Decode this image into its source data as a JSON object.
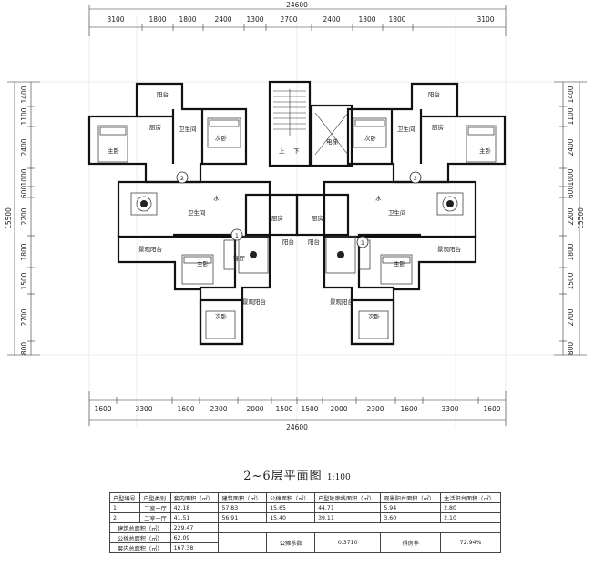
{
  "overall_width": "24600",
  "overall_depth": "15500",
  "top_dims": [
    "3100",
    "1800",
    "1800",
    "2400",
    "1300",
    "2700",
    "2400",
    "1800",
    "1800",
    "3100"
  ],
  "bottom_dims": [
    "1600",
    "3300",
    "1600",
    "2300",
    "2000",
    "1500",
    "1500",
    "2000",
    "2300",
    "1600",
    "3300",
    "1600"
  ],
  "left_dims": [
    "1400",
    "1100",
    "2400",
    "1000",
    "600",
    "2200",
    "1800",
    "1500",
    "2700",
    "800"
  ],
  "right_dims": [
    "1400",
    "1100",
    "2400",
    "1000",
    "600",
    "2200",
    "1800",
    "1500",
    "2700",
    "800"
  ],
  "room_labels": {
    "master_bedroom": "主卧",
    "second_bedroom": "次卧",
    "kitchen": "厨房",
    "bathroom": "卫生间",
    "balcony": "阳台",
    "view_balcony": "景观阳台",
    "living_room": "客厅",
    "water": "水",
    "elevator": "电梯",
    "up": "上",
    "down": "下"
  },
  "unit_markers": [
    "1",
    "2",
    "1",
    "2"
  ],
  "title": "2~6层平面图",
  "scale": "1:100",
  "table": {
    "headers": [
      "户型编号",
      "户型类别",
      "套内面积（㎡）",
      "建筑面积（㎡）",
      "公摊面积（㎡）",
      "户型轮廓线面积（㎡）",
      "观景阳台面积（㎡）",
      "生活阳台面积（㎡）"
    ],
    "rows": [
      [
        "1",
        "二室一厅",
        "42.18",
        "57.83",
        "15.65",
        "44.71",
        "5.94",
        "2.80"
      ],
      [
        "2",
        "二室一厅",
        "41.51",
        "56.91",
        "15.40",
        "39.11",
        "3.60",
        "2.10"
      ]
    ],
    "total_building_label": "建筑总面积（㎡）",
    "total_building": "229.47",
    "total_shared_label": "公摊总面积（㎡）",
    "total_shared": "62.09",
    "total_inner_label": "套内总面积（㎡）",
    "total_inner": "167.38",
    "share_coef_label": "公摊系数",
    "share_coef": "0.3710",
    "efficiency_label": "得房率",
    "efficiency": "72.94%"
  }
}
